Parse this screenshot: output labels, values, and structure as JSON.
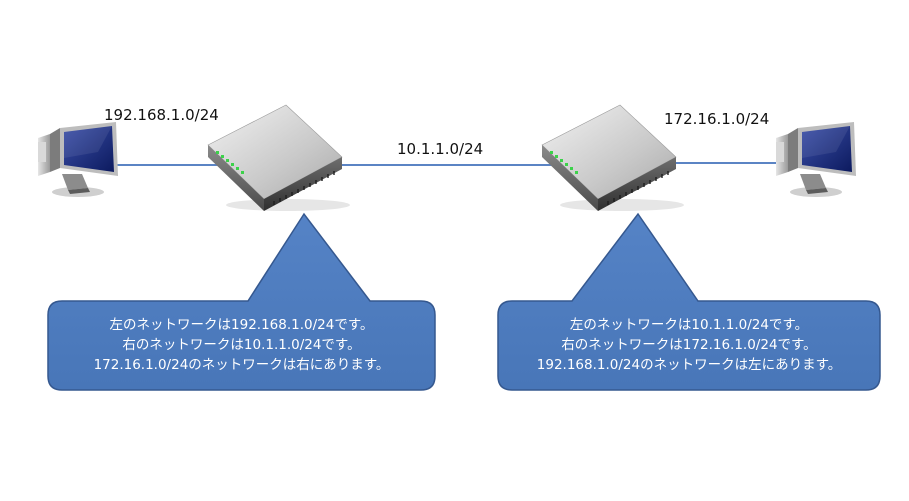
{
  "colors": {
    "link_line": "#5b84c4",
    "callout_fill": "#4f7dbf",
    "callout_stroke": "#35588f",
    "callout_text": "#ffffff"
  },
  "network_labels": {
    "left": "192.168.1.0/24",
    "middle": "10.1.1.0/24",
    "right": "172.16.1.0/24"
  },
  "devices": {
    "left_pc": "desktop-computer-icon",
    "left_router": "router-icon",
    "right_router": "router-icon",
    "right_pc": "desktop-computer-icon"
  },
  "callouts": {
    "left": {
      "lines": [
        "左のネットワークは192.168.1.0/24です。",
        "右のネットワークは10.1.1.0/24です。",
        "172.16.1.0/24のネットワークは右にあります。"
      ]
    },
    "right": {
      "lines": [
        "左のネットワークは10.1.1.0/24です。",
        "右のネットワークは172.16.1.0/24です。",
        "192.168.1.0/24のネットワークは左にあります。"
      ]
    }
  }
}
